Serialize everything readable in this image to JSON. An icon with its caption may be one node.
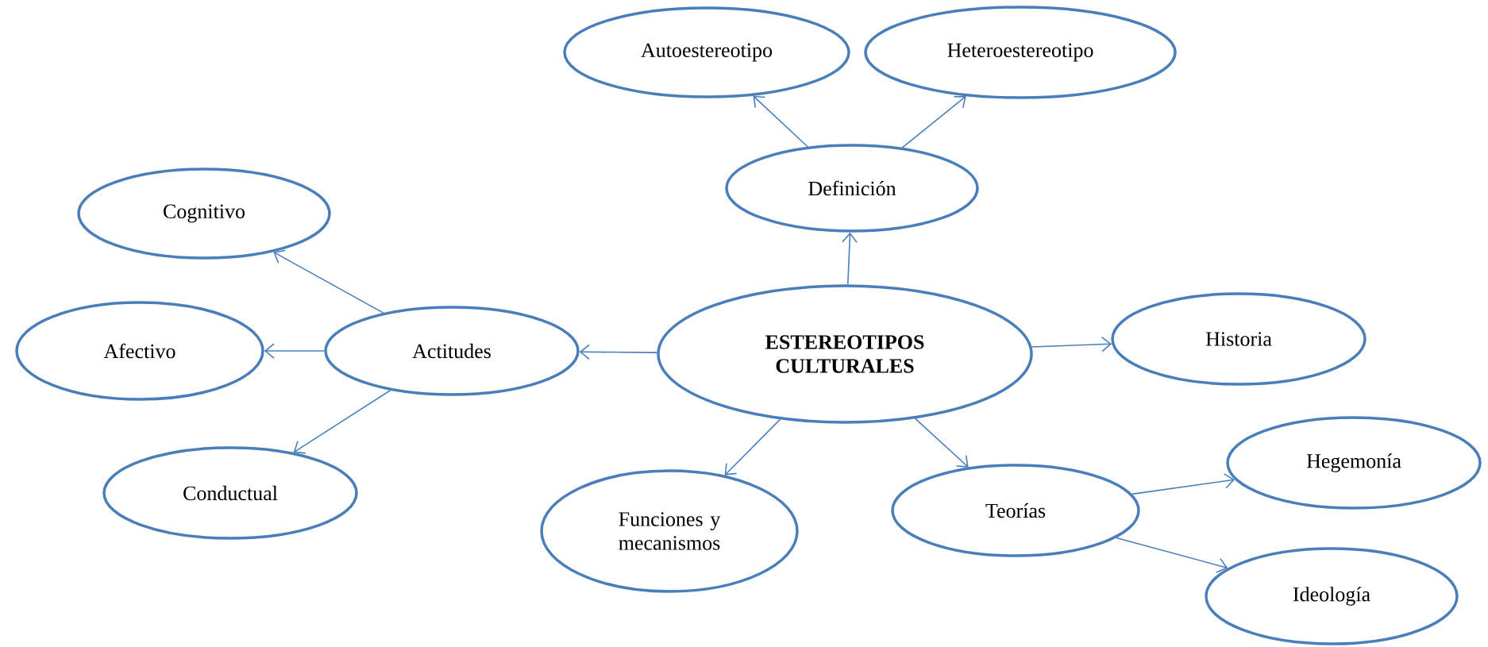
{
  "diagram": {
    "nodes": [
      {
        "text": [
          "ESTEREOTIPOS CULTURALES"
        ]
      },
      {
        "text": [
          "Definición"
        ]
      },
      {
        "text": [
          "Autoestereotipo"
        ]
      },
      {
        "text": [
          "Heteroestereotipo"
        ]
      },
      {
        "text": [
          "Actitudes"
        ]
      },
      {
        "text": [
          "Cognitivo"
        ]
      },
      {
        "text": [
          "Afectivo"
        ]
      },
      {
        "text": [
          "Conductual"
        ]
      },
      {
        "text": [
          "Funciones y mecanismos"
        ]
      },
      {
        "text": [
          "Historia"
        ]
      },
      {
        "text": [
          "Teorías"
        ]
      },
      {
        "text": [
          "Hegemonía"
        ]
      },
      {
        "text": [
          "Ideología"
        ]
      }
    ],
    "edges": [
      {
        "from": 0,
        "to": 1,
        "arrow": "to"
      },
      {
        "from": 1,
        "to": 2,
        "arrow": "to"
      },
      {
        "from": 1,
        "to": 3,
        "arrow": "to"
      },
      {
        "from": 0,
        "to": 4,
        "arrow": "to"
      },
      {
        "from": 4,
        "to": 5,
        "arrow": "to"
      },
      {
        "from": 4,
        "to": 6,
        "arrow": "to"
      },
      {
        "from": 4,
        "to": 7,
        "arrow": "to"
      },
      {
        "from": 0,
        "to": 8,
        "arrow": "to"
      },
      {
        "from": 0,
        "to": 9,
        "arrow": "to"
      },
      {
        "from": 0,
        "to": 10,
        "arrow": "to"
      },
      {
        "from": 10,
        "to": 11,
        "arrow": "to"
      },
      {
        "from": 10,
        "to": 12,
        "arrow": "to"
      }
    ]
  }
}
